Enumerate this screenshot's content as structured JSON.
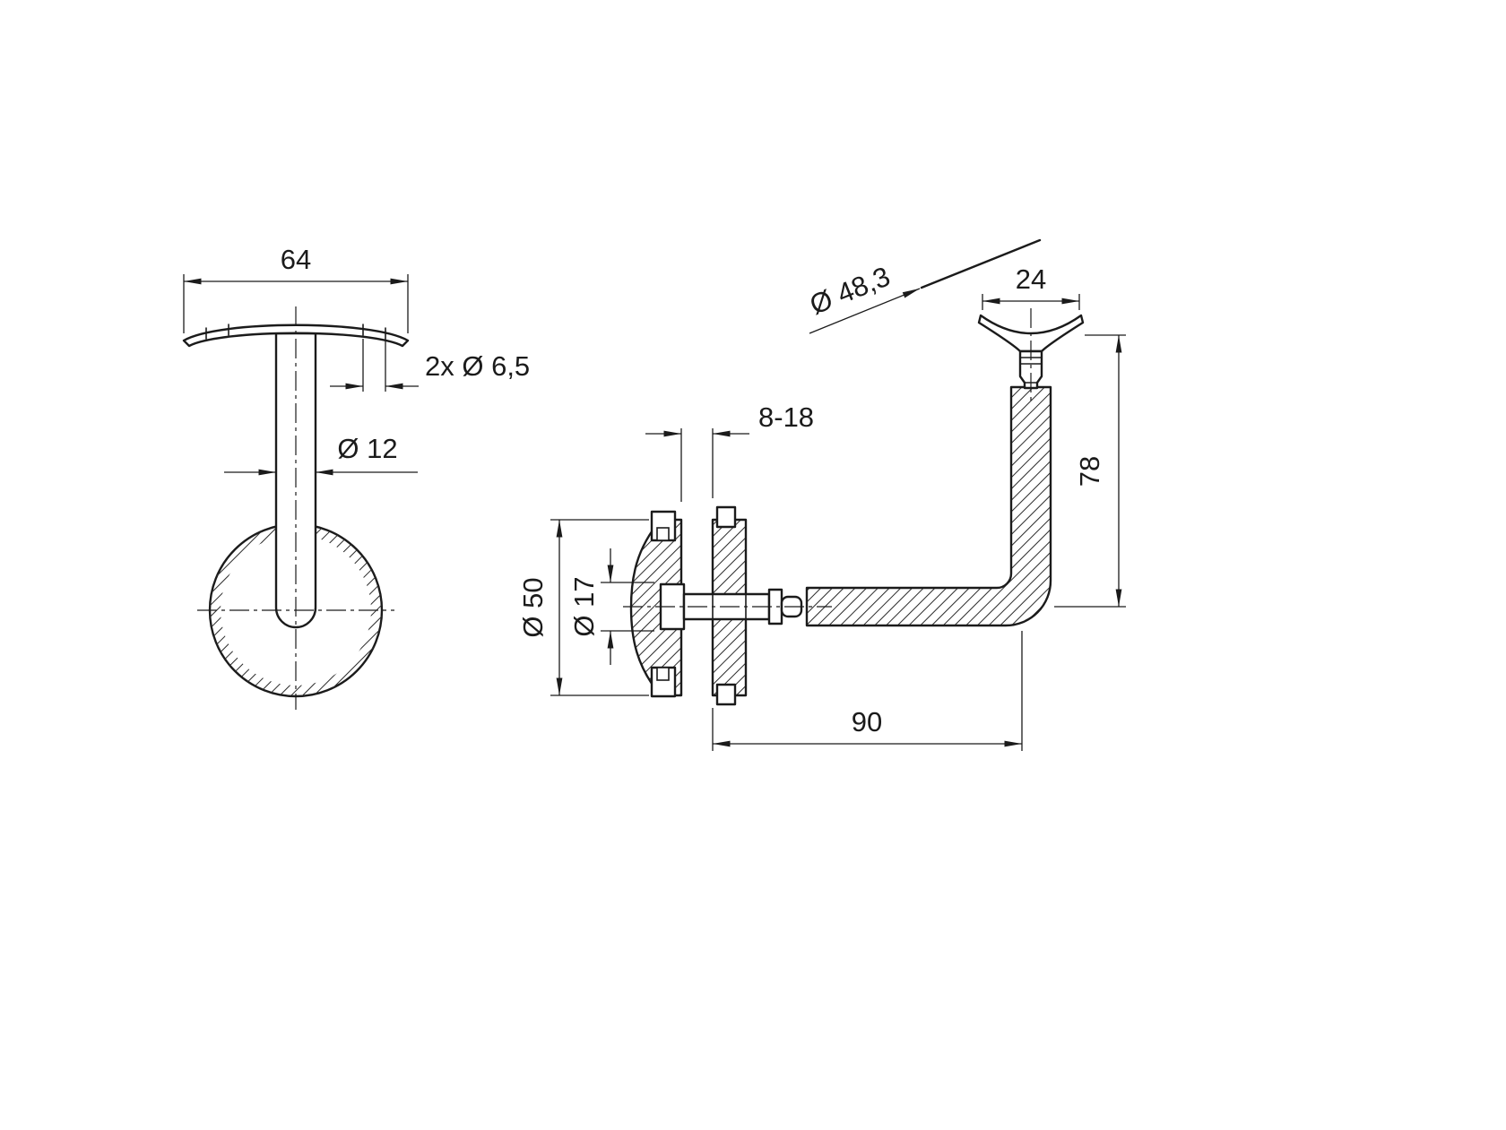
{
  "drawing": {
    "background": "#ffffff",
    "line_color": "#1b1b1b",
    "front_view": {
      "dim_top_width": "64",
      "dim_holes": "2x Ø 6,5",
      "dim_stem_diameter": "Ø 12"
    },
    "side_view": {
      "dim_tube_diameter": "Ø 48,3",
      "dim_saddle_width": "24",
      "dim_height": "78",
      "dim_glass_range": "8-18",
      "dim_disc_diameter": "Ø 50",
      "dim_hole_diameter": "Ø 17",
      "dim_arm_length": "90"
    }
  }
}
